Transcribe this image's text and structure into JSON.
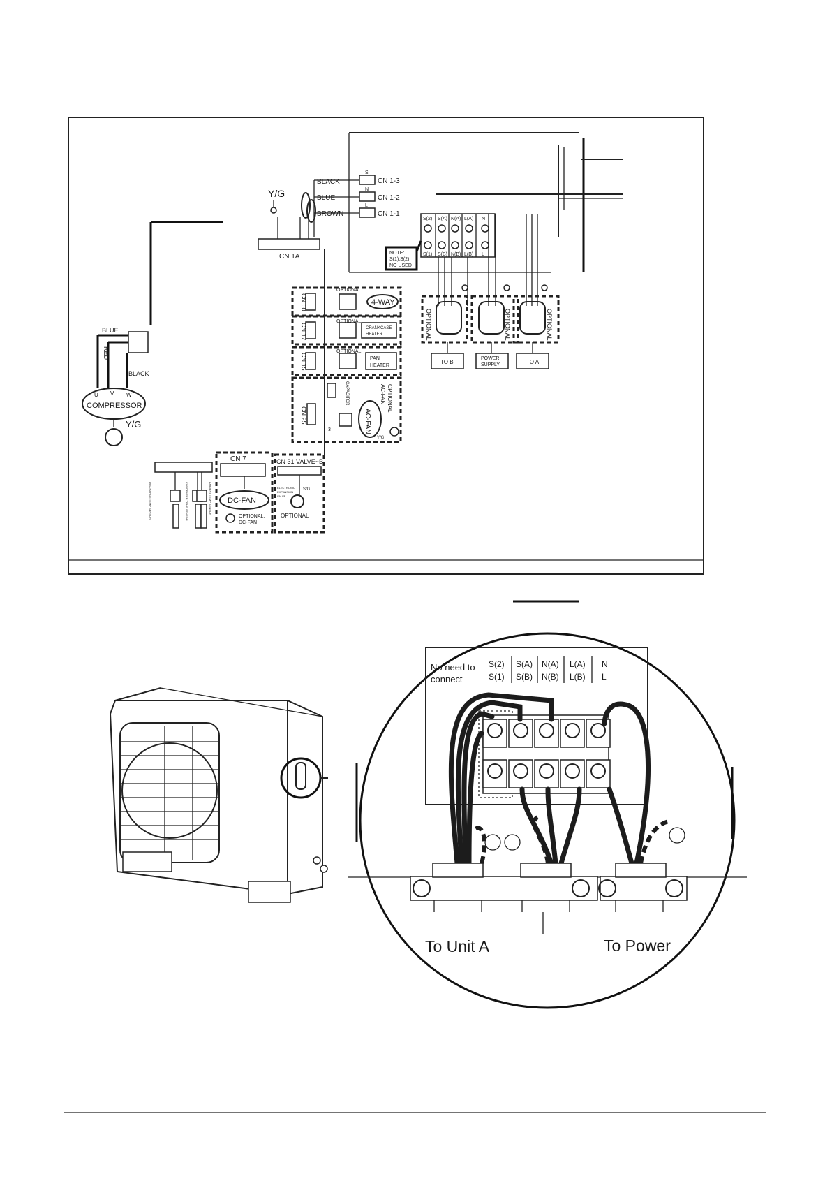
{
  "wiring_diagram": {
    "cn1": {
      "black": "BLACK",
      "blue": "BLUE",
      "brown": "BROWN",
      "s": "S",
      "n": "N",
      "l": "L",
      "cn13": "CN 1-3",
      "cn12": "CN 1-2",
      "cn11": "CN 1-1"
    },
    "yg_top": "Y/G",
    "cn1a": "CN 1A",
    "terminal_top": [
      "S(2)",
      "S(A)",
      "N(A)",
      "L(A)",
      "N"
    ],
    "terminal_bottom": [
      "S(1)",
      "S(B)",
      "N(B)",
      "L(B)",
      "L"
    ],
    "note": [
      "NOTE:",
      "S(1);S(2)",
      "NO USED"
    ],
    "optional": "OPTIONAL",
    "to_b": "TO B",
    "power_supply": [
      "POWER",
      "SUPPLY"
    ],
    "to_a": "TO A",
    "cn60": "CN 60",
    "four_way": "4-WAY",
    "cn17": "CN 17",
    "crankcase": [
      "CRANKCASE",
      "HEATER"
    ],
    "cn15": "CN 15",
    "pan": [
      "PAN",
      "HEATER"
    ],
    "cn25": "CN 25",
    "capacitor": "CAPACITOR",
    "ac_fan": "AC-FAN",
    "optional_ac_fan": [
      "OPTIONAL:",
      "AC-FAN"
    ],
    "yg_small": "Y/G",
    "three": "3",
    "compressor": {
      "blue": "BLUE",
      "red": "RED",
      "black": "BLACK",
      "u": "U",
      "v": "V",
      "w": "W",
      "label": "COMPRESSOR",
      "yg": "Y/G"
    },
    "cn7": "CN 7",
    "dc_fan": "DC-FAN",
    "optional_dc_fan": [
      "OPTIONAL:",
      "DC-FAN"
    ],
    "cn31": "CN 31 VALVE~B",
    "electronic_valve": [
      "ELECTRONIC",
      "EXPANSION",
      "VALVE"
    ],
    "sg": "S/G",
    "optional_valve": "OPTIONAL",
    "sensors": [
      "DISCHARGE TEMP SENSOR",
      "CONDENSER TEMP SENSOR",
      "AMBIENT TEMP SENSOR"
    ]
  },
  "detail": {
    "no_need": [
      "No need to",
      "connect"
    ],
    "col_top": [
      "S(2)",
      "S(A)",
      "N(A)",
      "L(A)",
      "N"
    ],
    "col_bottom": [
      "S(1)",
      "S(B)",
      "N(B)",
      "L(B)",
      "L"
    ],
    "to_unit_a": "To Unit A",
    "to_power": "To Power"
  }
}
